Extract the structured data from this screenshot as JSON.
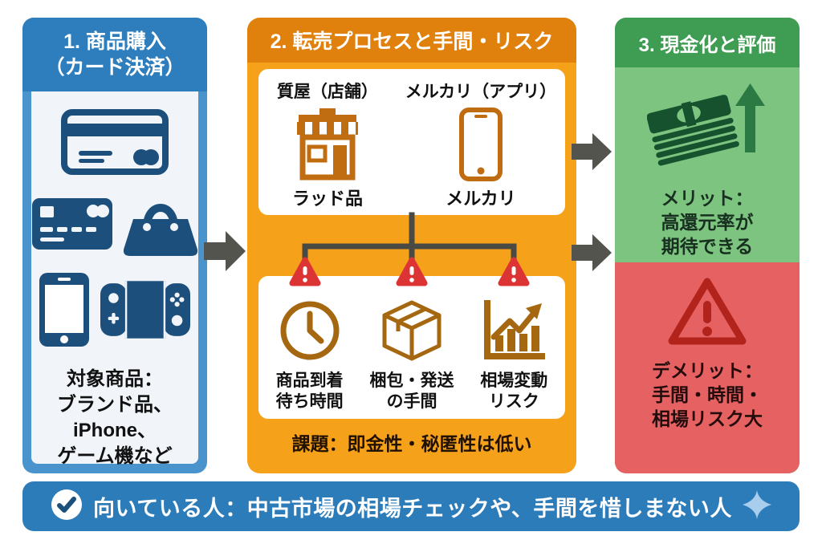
{
  "step1": {
    "title": "1. 商品購入\n（カード決済）",
    "icons": [
      "credit-card",
      "credit-card-alt",
      "handbag",
      "smartphone",
      "game-console"
    ],
    "caption": "対象商品：\nブランド品、\niPhone、\nゲーム機など"
  },
  "step2": {
    "title": "2. 転売プロセスと手間・リスク",
    "channels": {
      "store_label": "質屋（店舗）",
      "store_icon": "storefront-icon",
      "store_caption": "ラッド品",
      "app_label": "メルカリ（アプリ）",
      "app_icon": "smartphone-icon",
      "app_caption": "メルカリ"
    },
    "risks": [
      {
        "icon": "clock-icon",
        "label": "商品到着\n待ち時間"
      },
      {
        "icon": "package-box-icon",
        "label": "梱包・発送\nの手間"
      },
      {
        "icon": "market-chart-icon",
        "label": "相場変動\nリスク"
      }
    ],
    "note": "課題：即金性・秘匿性は低い"
  },
  "step3": {
    "title": "3. 現金化と評価",
    "merit_icon": "cash-stack-up-icon",
    "merit": "メリット：\n高還元率が\n期待できる",
    "demerit_icon": "warning-triangle-icon",
    "demerit": "デメリット：\n手間・時間・\n相場リスク大"
  },
  "footer": {
    "check_icon": "check-circle-icon",
    "text": "向いている人：中古市場の相場チェックや、手間を惜しまない人",
    "sparkle_icon": "sparkle-icon"
  },
  "colors": {
    "blue_frame": "#4A94CE",
    "blue_header": "#2E7EBE",
    "panel_light": "#F1F5FA",
    "navy_icon": "#1D4F7C",
    "orange_frame": "#F5A11A",
    "orange_header": "#E0800D",
    "orange_icon": "#C06C10",
    "brown_icon": "#A5670F",
    "green_header": "#3F9D53",
    "green_body": "#7EC481",
    "green_icon": "#15522D",
    "red_body": "#E66161",
    "red_triangle": "#B2231B",
    "warn_badge_red": "#DC3434",
    "connector_gray": "#4A4A45",
    "arrow_gray": "#54544F",
    "footer_blue": "#2D7CBA",
    "sparkle_blue": "#A9CDEC"
  }
}
